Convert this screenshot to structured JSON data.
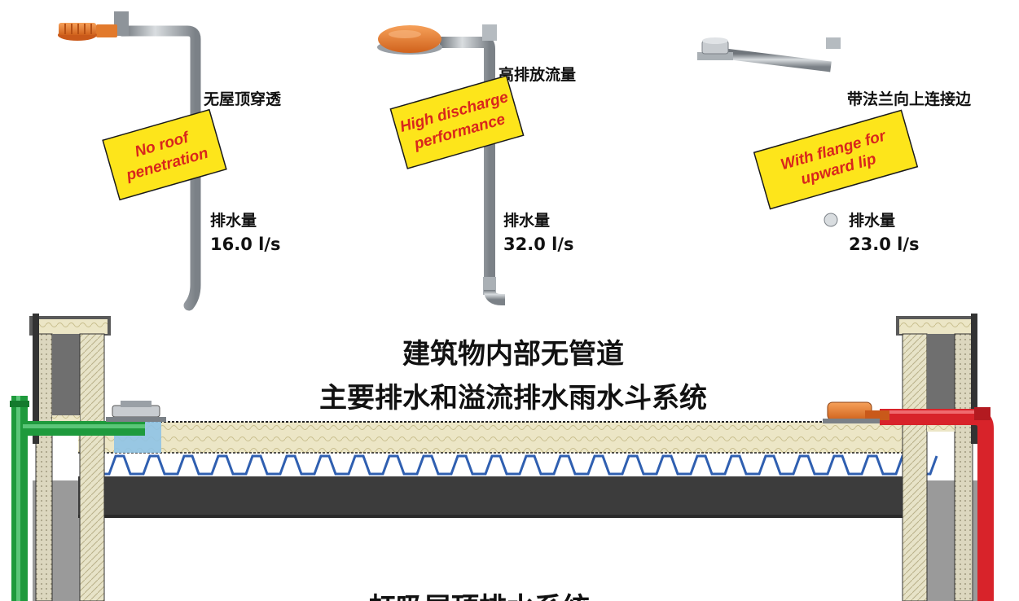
{
  "products": [
    {
      "label_cn": "无屋顶穿透",
      "tag_line1": "No roof",
      "tag_line2": "penetration",
      "flow_label": "排水量",
      "flow_value": "16.0 l/s"
    },
    {
      "label_cn": "高排放流量",
      "tag_line1": "High discharge",
      "tag_line2": "performance",
      "flow_label": "排水量",
      "flow_value": "32.0 l/s"
    },
    {
      "label_cn": "带法兰向上连接边",
      "tag_line1": "With flange for",
      "tag_line2": "upward lip",
      "flow_label": "排水量",
      "flow_value": "23.0 l/s"
    }
  ],
  "section": {
    "title_line1": "建筑物内部无管道",
    "title_line2": "主要排水和溢流排水雨水斗系统",
    "subtitle_partial": "虹吸屋顶排水系统"
  },
  "colors": {
    "tag_fill": "#fde51b",
    "tag_text": "#d9261c",
    "pipe_grey": "#9aa0a6",
    "drain_orange": "#e8782a",
    "green_pipe": "#1e9a3c",
    "red_pipe": "#d8232a",
    "deck_blue": "#2f5fb0",
    "insulation": "#e9e3c0",
    "slab": "#3c3c3c"
  }
}
